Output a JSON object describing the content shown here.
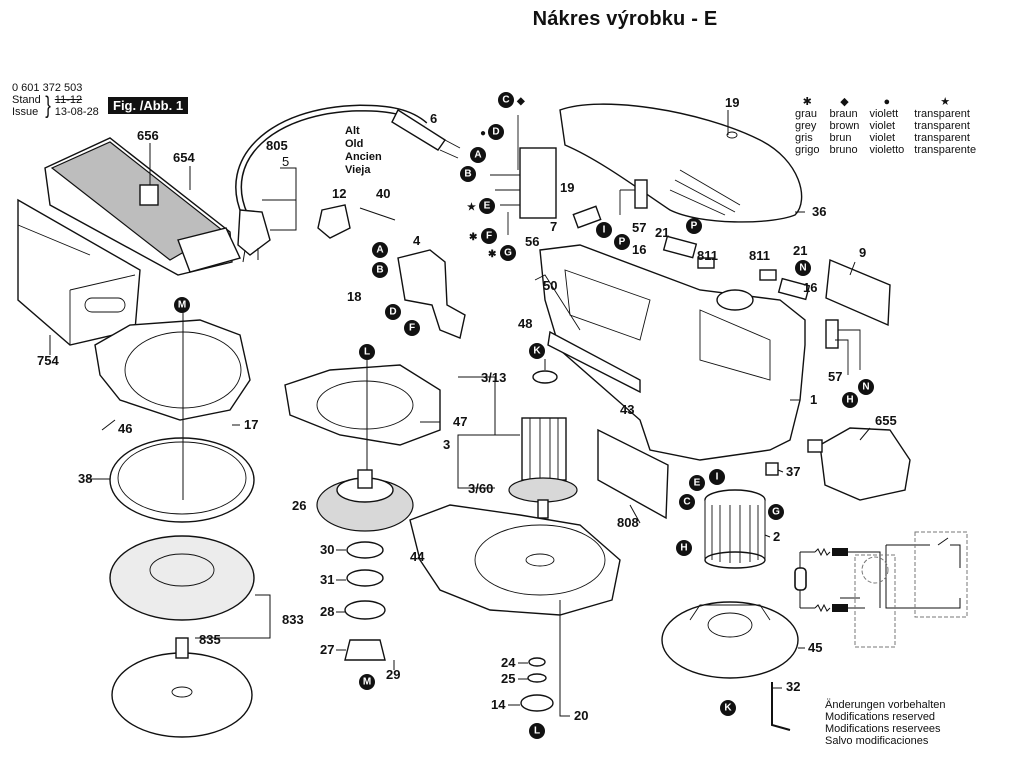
{
  "title": "Nákres výrobku - E",
  "header": {
    "part_number": "0 601 372 503",
    "stand_label": "Stand",
    "issue_label": "Issue",
    "stand_value": "11-12",
    "issue_value": "13-08-28",
    "figure_label": "Fig. /Abb. 1"
  },
  "color_legend": {
    "symbols": [
      "✱",
      "◆",
      "●",
      "★"
    ],
    "rows": [
      [
        "grau",
        "braun",
        "violett",
        "transparent"
      ],
      [
        "grey",
        "brown",
        "violet",
        "transparent"
      ],
      [
        "gris",
        "brun",
        "violet",
        "transparent"
      ],
      [
        "grigo",
        "bruno",
        "violetto",
        "transparente"
      ]
    ]
  },
  "old_version_note": [
    "Alt",
    "Old",
    "Ancien",
    "Vieja"
  ],
  "footnote": [
    "Änderungen vorbehalten",
    "Modifications reserved",
    "Modifications reservees",
    "Salvo modificaciones"
  ],
  "part_labels": {
    "p656": "656",
    "p654": "654",
    "p754": "754",
    "p805": "805",
    "p5": "5",
    "p6": "6",
    "p12": "12",
    "p40": "40",
    "p4": "4",
    "p18": "18",
    "p56": "56",
    "p19a": "19",
    "p19b": "19",
    "p7": "7",
    "p57a": "57",
    "p57b": "57",
    "p21a": "21",
    "p21b": "21",
    "p16a": "16",
    "p16b": "16",
    "p811a": "811",
    "p811b": "811",
    "p36": "36",
    "p9": "9",
    "p50": "50",
    "p48": "48",
    "p43": "43",
    "p1": "1",
    "p655": "655",
    "p37": "37",
    "p808": "808",
    "p2": "2",
    "p45": "45",
    "p32": "32",
    "p46": "46",
    "p17": "17",
    "p38": "38",
    "p833": "833",
    "p835": "835",
    "p47": "47",
    "p26": "26",
    "p30": "30",
    "p31": "31",
    "p28": "28",
    "p27": "27",
    "p29": "29",
    "p3": "3",
    "p3_13": "3/13",
    "p3_60": "3/60",
    "p44": "44",
    "p24": "24",
    "p25": "25",
    "p14": "14",
    "p20": "20"
  },
  "connectors": {
    "c_A1": "A",
    "c_B1": "B",
    "c_C": "C",
    "c_D": "D",
    "c_E": "E",
    "c_F": "F",
    "c_G": "G",
    "c_A2": "A",
    "c_B2": "B",
    "c_D2": "D",
    "c_F2": "F",
    "c_I1": "I",
    "c_P1": "P",
    "c_P2": "P",
    "c_N1": "N",
    "c_N2": "N",
    "c_H1": "H",
    "c_M1": "M",
    "c_L1": "L",
    "c_K1": "K",
    "c_E2": "E",
    "c_I2": "I",
    "c_C2": "C",
    "c_G2": "G",
    "c_H2": "H",
    "c_K2": "K",
    "c_M2": "M",
    "c_L2": "L"
  },
  "marks": {
    "m_C": "◆",
    "m_D": "●",
    "m_E": "★",
    "m_F": "✱",
    "m_G": "✱"
  }
}
